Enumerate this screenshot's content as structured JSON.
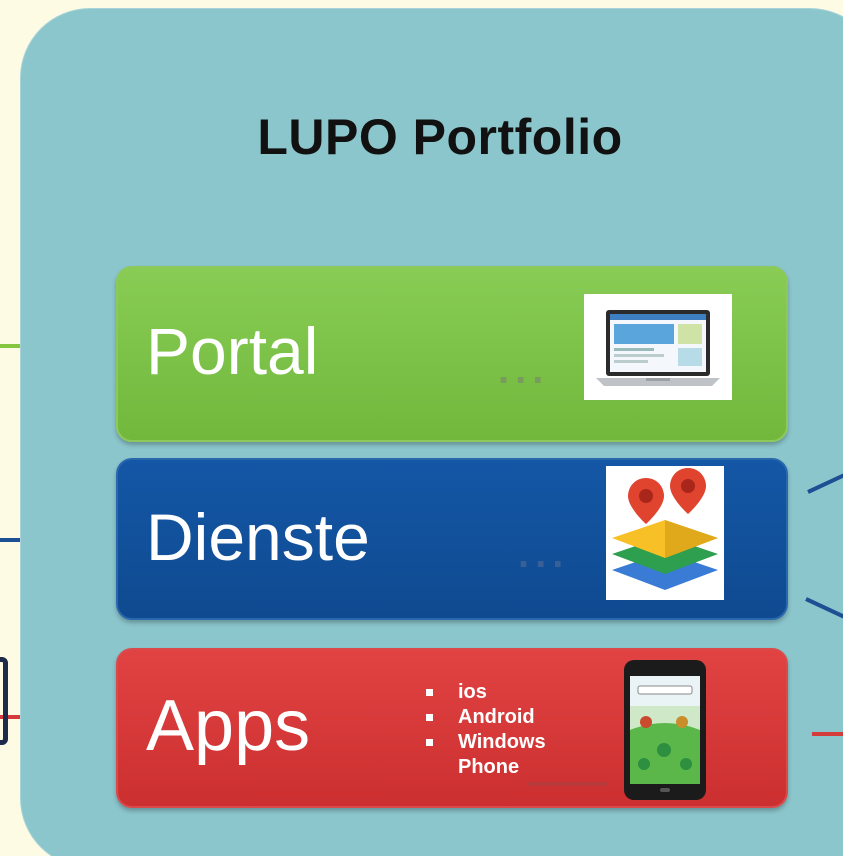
{
  "title": "LUPO Portfolio",
  "bars": {
    "portal": {
      "label": "Portal",
      "ellipsis": "...",
      "thumbnail_icon": "laptop-portal-icon"
    },
    "dienste": {
      "label": "Dienste",
      "ellipsis": "...",
      "thumbnail_icon": "map-layers-icon"
    },
    "apps": {
      "label": "Apps",
      "thumbnail_icon": "smartphone-app-icon",
      "platforms": [
        "ios",
        "Android",
        "Windows",
        "Phone"
      ]
    }
  },
  "colors": {
    "panel": "#8bc6cc",
    "portal": "#7ac143",
    "dienste": "#12519c",
    "apps": "#d83a3a",
    "background": "#fdfbe3"
  }
}
